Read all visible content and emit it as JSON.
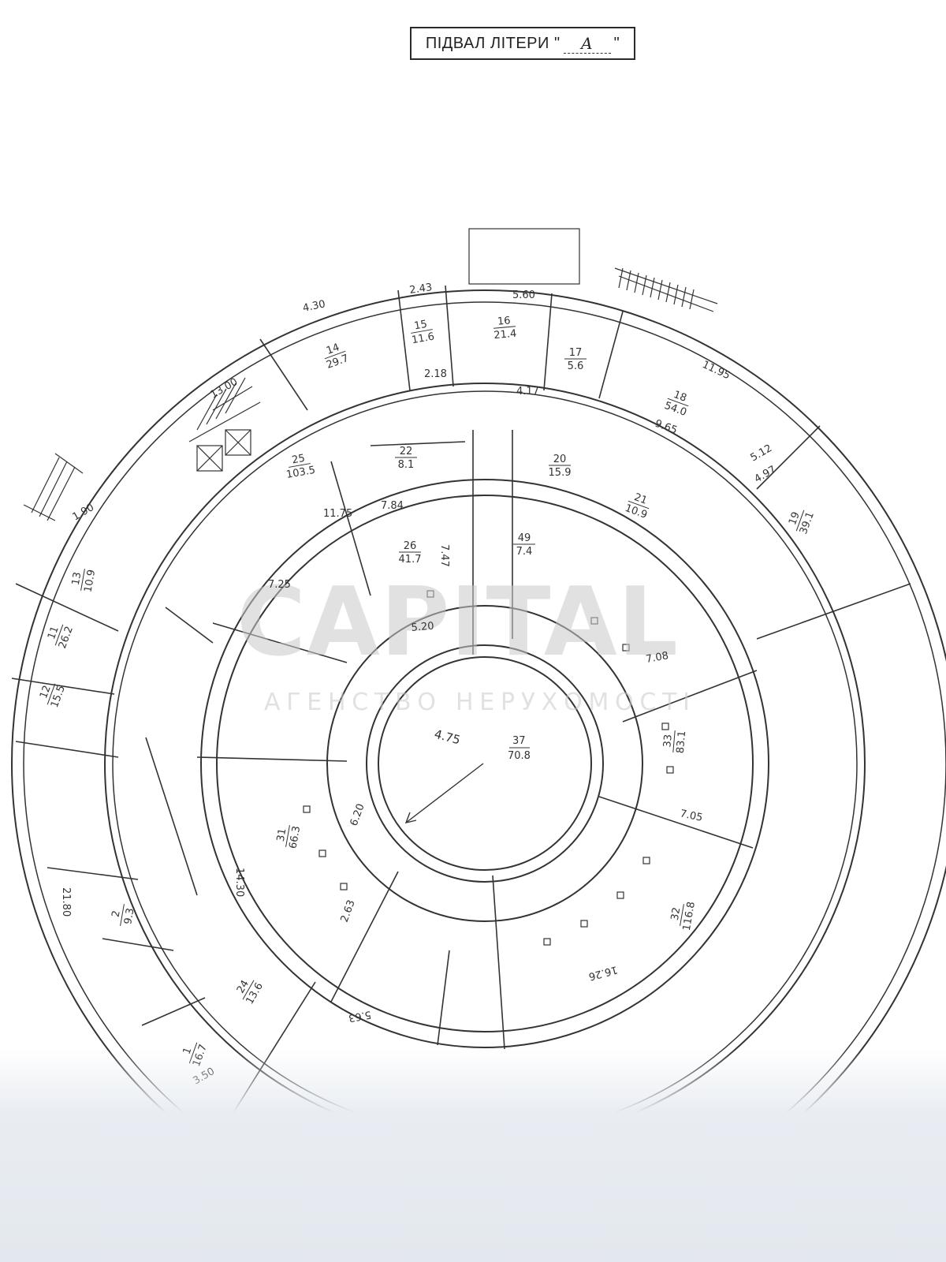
{
  "title": {
    "prefix": "ПІДВАЛ ЛІТЕРИ \"",
    "letter": "А",
    "suffix": "\""
  },
  "watermark": {
    "line1": "CAPITAL",
    "line2": "АГЕНСТВО НЕРУХОМОСТІ"
  },
  "colors": {
    "ink": "#333333",
    "paper": "#ffffff",
    "scan_tint": "#e3e8ee"
  },
  "center": {
    "radius_label": "4.75",
    "room": "37",
    "area": "70.8"
  },
  "dimensions": [
    "13.00",
    "11.95",
    "9.65",
    "5.60",
    "2.43",
    "4.30",
    "7.84",
    "7.25",
    "7.47",
    "5.20",
    "7.05",
    "7.08",
    "14.30",
    "6.20",
    "16.26",
    "11.75",
    "4.17",
    "2.18",
    "1.90",
    "5.12",
    "4.97",
    "21.80",
    "3.50",
    "2.63",
    "5.63"
  ],
  "rooms": [
    {
      "no": "14",
      "area": "29.7"
    },
    {
      "no": "15",
      "area": "11.6"
    },
    {
      "no": "16",
      "area": "21.4"
    },
    {
      "no": "17",
      "area": "5.6"
    },
    {
      "no": "18",
      "area": "54.0"
    },
    {
      "no": "19",
      "area": "39.1"
    },
    {
      "no": "20",
      "area": "15.9"
    },
    {
      "no": "21",
      "area": "10.9"
    },
    {
      "no": "22",
      "area": "8.1"
    },
    {
      "no": "25",
      "area": "103.5"
    },
    {
      "no": "26",
      "area": "41.7"
    },
    {
      "no": "31",
      "area": "66.3"
    },
    {
      "no": "32",
      "area": "116.8"
    },
    {
      "no": "33",
      "area": "83.1"
    },
    {
      "no": "11",
      "area": "26.2"
    },
    {
      "no": "12",
      "area": "15.5"
    },
    {
      "no": "13",
      "area": "10.9"
    },
    {
      "no": "1",
      "area": "16.7"
    },
    {
      "no": "2",
      "area": "9.3"
    },
    {
      "no": "24",
      "area": "13.6"
    },
    {
      "no": "49",
      "area": "7.4"
    }
  ]
}
